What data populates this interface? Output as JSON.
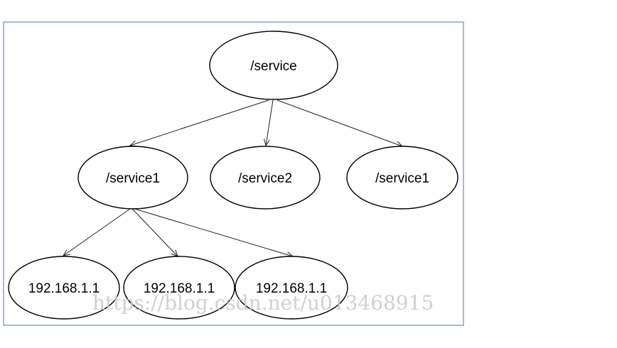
{
  "diagram": {
    "frame_color": "#4a6fc7",
    "nodes": {
      "root": "/service",
      "service1_left": "/service1",
      "service2": "/service2",
      "service1_right": "/service1",
      "ip_1": "192.168.1.1",
      "ip_2": "192.168.1.1",
      "ip_3": "192.168.1.1"
    },
    "edges": [
      [
        "root",
        "service1_left"
      ],
      [
        "root",
        "service2"
      ],
      [
        "root",
        "service1_right"
      ],
      [
        "service1_left",
        "ip_1"
      ],
      [
        "service1_left",
        "ip_2"
      ],
      [
        "service1_left",
        "ip_3"
      ]
    ]
  },
  "watermark": "https://blog.csdn.net/u013468915"
}
